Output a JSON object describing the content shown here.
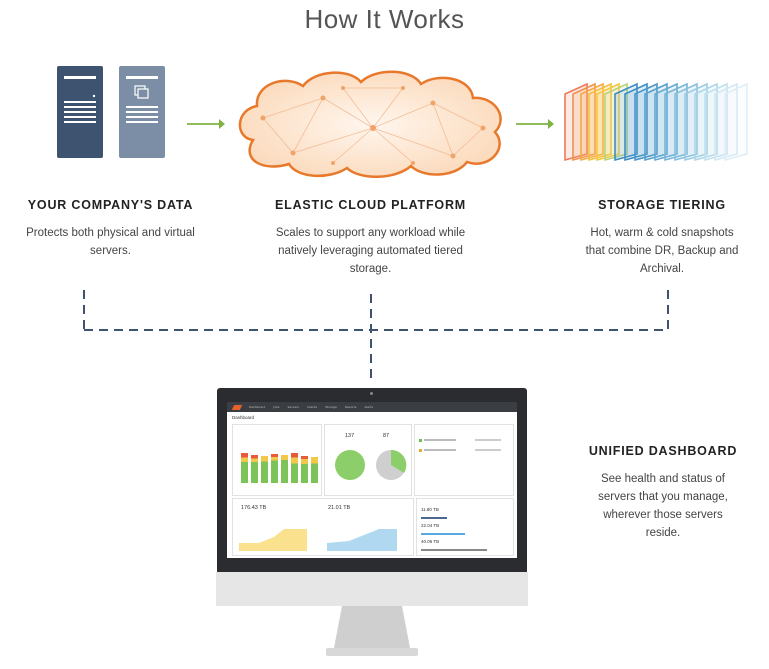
{
  "title": "How It Works",
  "columns": [
    {
      "heading": "YOUR COMPANY'S DATA",
      "lines": [
        "Protects both physical and virtual",
        "servers."
      ]
    },
    {
      "heading": "ELASTIC CLOUD PLATFORM",
      "lines": [
        "Scales to support any workload while",
        "natively leveraging automated tiered",
        "storage."
      ]
    },
    {
      "heading": "STORAGE TIERING",
      "lines": [
        "Hot, warm & cold snapshots",
        "that combine DR, Backup and",
        "Archival."
      ]
    }
  ],
  "dashboard_section": {
    "heading": "UNIFIED DASHBOARD",
    "lines": [
      "See health and status of",
      "servers that you manage,",
      "wherever those servers",
      "reside."
    ]
  },
  "dashboard_screen": {
    "nav": [
      "Dashboard",
      "Jobs",
      "Servers",
      "Clients",
      "Storage",
      "Reports",
      "Alerts"
    ],
    "page_title": "Dashboard",
    "storage_value_1": "176.43 TB",
    "storage_value_2": "21.01 TB",
    "storage_value_3": "11.80 TB",
    "storage_value_4": "22.04 TB",
    "storage_value_5": "40.06 TB",
    "count_1": "137",
    "count_2": "87"
  },
  "colors": {
    "server_dark": "#3e536f",
    "server_light": "#7c8ea6",
    "arrow": "#7fb243",
    "cloud_stroke": "#e8782b",
    "cloud_fill": "#fde3cc",
    "dash_line": "#3e536f"
  }
}
